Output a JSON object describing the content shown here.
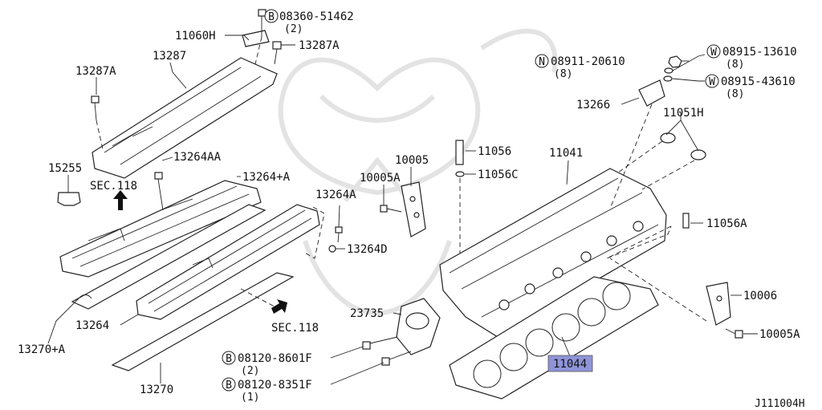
{
  "parts": {
    "p08360": {
      "prefix": "B",
      "number": "08360-51462",
      "qty": "(2)"
    },
    "p11060H": {
      "number": "11060H"
    },
    "p13287A_top": {
      "number": "13287A"
    },
    "p13287": {
      "number": "13287"
    },
    "p13287A_left": {
      "number": "13287A"
    },
    "p15255": {
      "number": "15255"
    },
    "sec118_top": {
      "number": "SEC.118"
    },
    "p13264AA": {
      "number": "13264AA"
    },
    "p13264plusA": {
      "number": "13264+A"
    },
    "p13264A": {
      "number": "13264A"
    },
    "p13264D": {
      "number": "13264D"
    },
    "p10005": {
      "number": "10005"
    },
    "p10005A_left": {
      "number": "10005A"
    },
    "p11056": {
      "number": "11056"
    },
    "p11056C": {
      "number": "11056C"
    },
    "p11041": {
      "number": "11041"
    },
    "p08911": {
      "prefix": "N",
      "number": "08911-20610",
      "qty": "(8)"
    },
    "p08915_1": {
      "prefix": "W",
      "number": "08915-13610",
      "qty": "(8)"
    },
    "p08915_4": {
      "prefix": "W",
      "number": "08915-43610",
      "qty": "(8)"
    },
    "p13266": {
      "number": "13266"
    },
    "p11051H": {
      "number": "11051H"
    },
    "p11056A": {
      "number": "11056A"
    },
    "p10006": {
      "number": "10006"
    },
    "p10005A_right": {
      "number": "10005A"
    },
    "p23735": {
      "number": "23735"
    },
    "p08120_8601": {
      "prefix": "B",
      "number": "08120-8601F",
      "qty": "(2)"
    },
    "p08120_8351": {
      "prefix": "B",
      "number": "08120-8351F",
      "qty": "(1)"
    },
    "p11044": {
      "number": "11044"
    },
    "p13264": {
      "number": "13264"
    },
    "p13270plusA": {
      "number": "13270+A"
    },
    "p13270": {
      "number": "13270"
    },
    "sec118_bottom": {
      "number": "SEC.118"
    }
  },
  "diagram_ref": "J111004H",
  "highlight_color": "#8f94d8"
}
